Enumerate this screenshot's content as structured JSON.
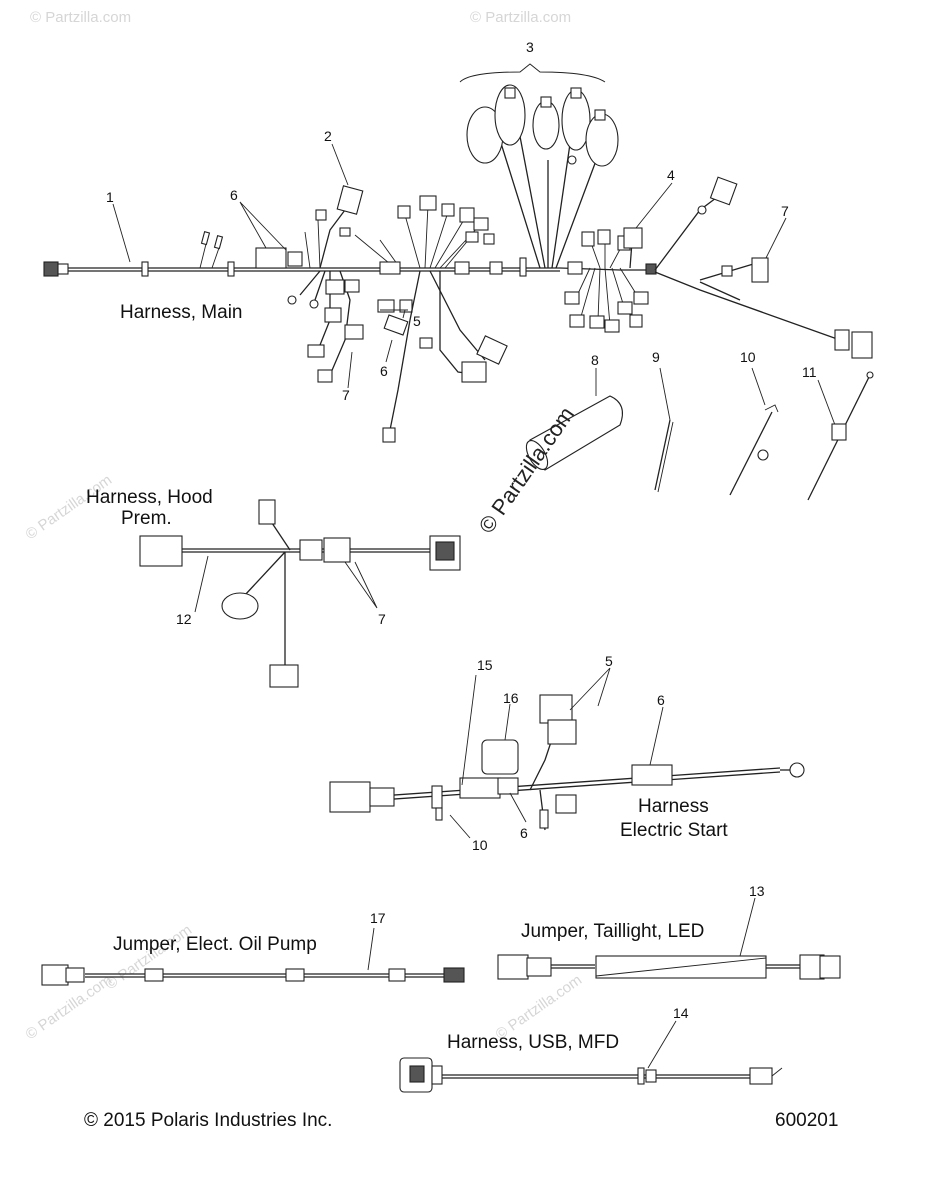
{
  "labels": {
    "harness_main": "Harness, Main",
    "harness_hood_line1": "Harness, Hood",
    "harness_hood_line2": "Prem.",
    "harness_es_line1": "Harness",
    "harness_es_line2": "Electric Start",
    "jumper_oil": "Jumper, Elect. Oil Pump",
    "jumper_tail": "Jumper, Taillight, LED",
    "harness_usb": "Harness, USB, MFD"
  },
  "callouts": {
    "c1": "1",
    "c2": "2",
    "c3": "3",
    "c4": "4",
    "c5a": "5",
    "c5b": "5",
    "c6a": "6",
    "c6b": "6",
    "c6c": "6",
    "c6d": "6",
    "c7a": "7",
    "c7b": "7",
    "c7c": "7",
    "c8": "8",
    "c9": "9",
    "c10a": "10",
    "c10b": "10",
    "c11": "11",
    "c12": "12",
    "c13": "13",
    "c14": "14",
    "c15": "15",
    "c16": "16",
    "c17": "17"
  },
  "watermark": "© Partzilla.com",
  "footer": {
    "copyright": "© 2015 Polaris Industries Inc.",
    "diagram_id": "600201"
  }
}
